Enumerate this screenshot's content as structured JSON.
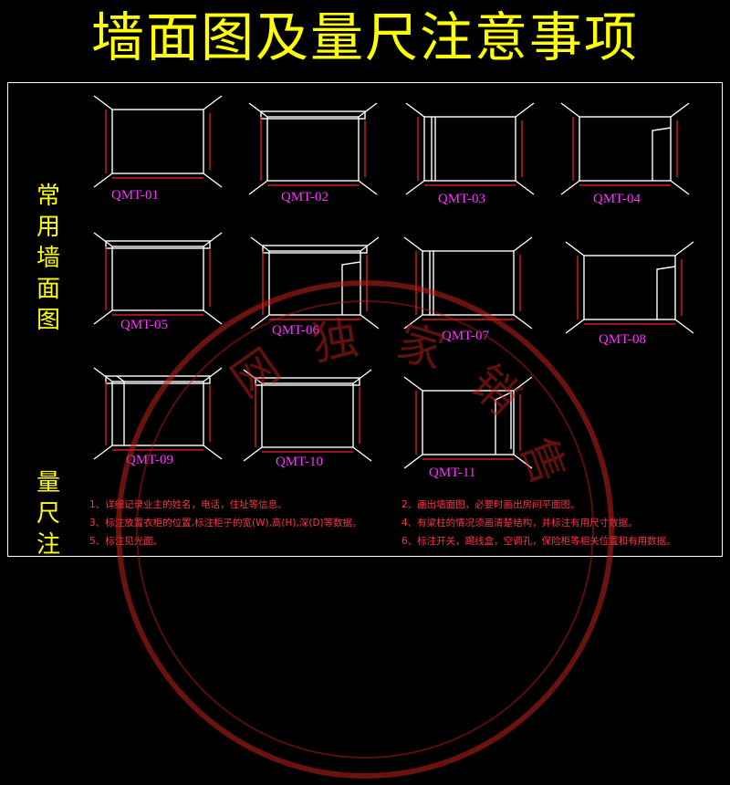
{
  "title": "墙面图及量尺注意事项",
  "side_labels": {
    "common_walls": [
      "常",
      "用",
      "墙",
      "面",
      "图"
    ],
    "measure": [
      "量",
      "尺",
      "注"
    ]
  },
  "diagrams": [
    {
      "code": "QMT-01",
      "variant": "plain"
    },
    {
      "code": "QMT-02",
      "variant": "beam"
    },
    {
      "code": "QMT-03",
      "variant": "pillar-left"
    },
    {
      "code": "QMT-04",
      "variant": "door-right"
    },
    {
      "code": "QMT-05",
      "variant": "beam"
    },
    {
      "code": "QMT-06",
      "variant": "beam-door"
    },
    {
      "code": "QMT-07",
      "variant": "pillar-left"
    },
    {
      "code": "QMT-08",
      "variant": "door-right"
    },
    {
      "code": "QMT-09",
      "variant": "beam-left"
    },
    {
      "code": "QMT-10",
      "variant": "beam"
    },
    {
      "code": "QMT-11",
      "variant": "door-open"
    }
  ],
  "notes": [
    "1、详细记录业主的姓名，电话，住址等信息。",
    "2、画出墙面图，必要时画出房间平面图。",
    "3、标注放置衣柜的位置,标注柜子的宽(W),高(H),深(D)等数据。",
    "4、有梁柱的情况须画清楚结构，并标注有用尺寸数据。",
    "5、标注见光面。",
    "6、标注开关，踢线盒，空调孔，保险柜等相关位置和有用数据。"
  ],
  "watermark_text": [
    "网",
    "独",
    "家",
    "销",
    "售"
  ],
  "colors": {
    "title": "#ffff00",
    "code": "#ff33ff",
    "note": "#ff3344",
    "line": "#ffffff",
    "dim": "#ff2222",
    "watermark": "#c0201a"
  }
}
